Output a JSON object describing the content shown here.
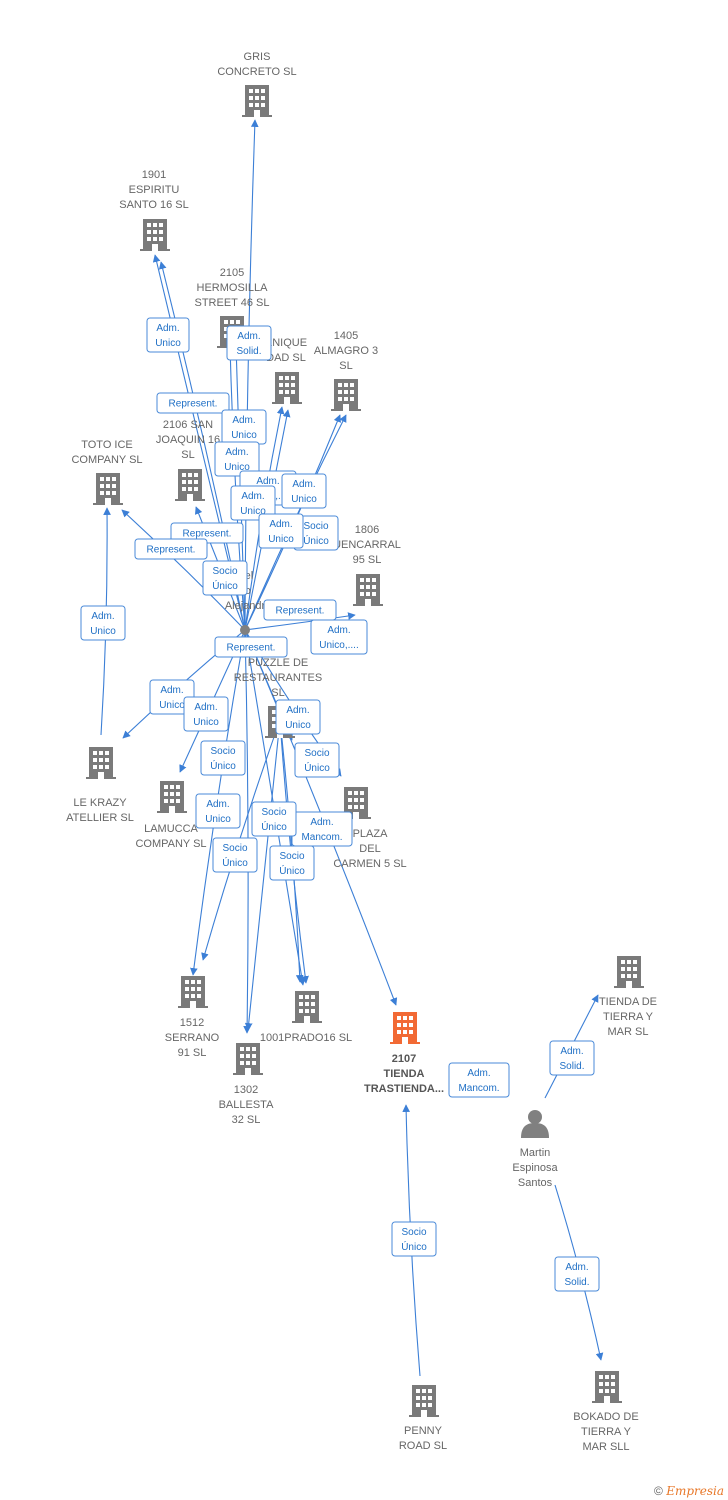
{
  "colors": {
    "edge": "#3c7fd6",
    "company": "#7a7a7a",
    "focus_company": "#f26a35",
    "person": "#808080",
    "label": "#666666",
    "edge_label_border": "#4a8ad8",
    "edge_label_text": "#1f6fc5"
  },
  "nodes": [
    {
      "id": "gris",
      "type": "company",
      "lines": [
        "GRIS",
        "CONCRETO  SL"
      ]
    },
    {
      "id": "espiritu",
      "type": "company",
      "lines": [
        "1901",
        "ESPIRITU",
        "SANTO 16  SL"
      ]
    },
    {
      "id": "hermosilla",
      "type": "company",
      "lines": [
        "2105",
        "HERMOSILLA",
        "STREET 46  SL"
      ]
    },
    {
      "id": "enique",
      "type": "company",
      "lines": [
        "ENIQUE",
        "DAD SL"
      ]
    },
    {
      "id": "almagro",
      "type": "company",
      "lines": [
        "1405",
        "ALMAGRO 3",
        "SL"
      ]
    },
    {
      "id": "sanjoaquin",
      "type": "company",
      "lines": [
        "2106 SAN",
        "JOAQUIN 16",
        "SL"
      ]
    },
    {
      "id": "totoice",
      "type": "company",
      "lines": [
        "TOTO ICE",
        "COMPANY  SL"
      ]
    },
    {
      "id": "fuencarral",
      "type": "company",
      "lines": [
        "1806",
        "UENCARRAL",
        "95  SL"
      ]
    },
    {
      "id": "alejandro",
      "type": "person",
      "lines": [
        "Del",
        "so",
        "Alejandr"
      ]
    },
    {
      "id": "puzzle",
      "type": "company",
      "lines": [
        "PUZZLE DE",
        "RESTAURANTES",
        "SL"
      ]
    },
    {
      "id": "lekrazy",
      "type": "company",
      "lines": [
        "LE KRAZY",
        "ATELLIER  SL"
      ]
    },
    {
      "id": "lamucca",
      "type": "company",
      "lines": [
        "LAMUCCA",
        "COMPANY SL"
      ]
    },
    {
      "id": "plaza",
      "type": "company",
      "lines": [
        "PLAZA",
        "DEL",
        "CARMEN 5  SL"
      ]
    },
    {
      "id": "serrano",
      "type": "company",
      "lines": [
        "1512",
        "SERRANO",
        "91  SL"
      ]
    },
    {
      "id": "prado",
      "type": "company",
      "lines": [
        "1001PRADO16 SL"
      ]
    },
    {
      "id": "ballesta",
      "type": "company",
      "lines": [
        "1302",
        "BALLESTA",
        "32 SL"
      ]
    },
    {
      "id": "tienda2107",
      "type": "focus",
      "lines": [
        "2107",
        "TIENDA",
        "TRASTIENDA..."
      ]
    },
    {
      "id": "tiendamar",
      "type": "company",
      "lines": [
        "TIENDA DE",
        "TIERRA Y",
        "MAR SL"
      ]
    },
    {
      "id": "martin",
      "type": "person",
      "lines": [
        "Martin",
        "Espinosa",
        "Santos"
      ]
    },
    {
      "id": "pennyroad",
      "type": "company",
      "lines": [
        "PENNY",
        "ROAD  SL"
      ]
    },
    {
      "id": "bokado",
      "type": "company",
      "lines": [
        "BOKADO DE",
        "TIERRA Y",
        "MAR SLL"
      ]
    }
  ],
  "edge_labels": [
    [
      "Adm.",
      "Unico"
    ],
    [
      "Adm.",
      "Solid."
    ],
    [
      "Represent."
    ],
    [
      "Adm.",
      "Unico"
    ],
    [
      "Adm.",
      "Unico"
    ],
    [
      "Adm.",
      "Unico,..."
    ],
    [
      "Adm.",
      "Unico"
    ],
    [
      "Adm.",
      "Unico"
    ],
    [
      "Socio",
      "Único"
    ],
    [
      "Represent."
    ],
    [
      "Represent."
    ],
    [
      "Adm.",
      "Unico"
    ],
    [
      "Socio",
      "Único"
    ],
    [
      "Represent."
    ],
    [
      "Adm.",
      "Unico,...."
    ],
    [
      "Represent."
    ],
    [
      "Adm.",
      "Unico"
    ],
    [
      "Adm.",
      "Unico"
    ],
    [
      "Adm.",
      "Unico"
    ],
    [
      "Socio",
      "Único"
    ],
    [
      "Socio",
      "Único"
    ],
    [
      "Adm.",
      "Unico"
    ],
    [
      "Adm.",
      "Unico"
    ],
    [
      "Adm.",
      "Mancom."
    ],
    [
      "Socio",
      "Único"
    ],
    [
      "Socio",
      "Único"
    ],
    [
      "Socio",
      "Único"
    ],
    [
      "Adm.",
      "Mancom."
    ],
    [
      "Adm.",
      "Solid."
    ],
    [
      "Socio",
      "Único"
    ],
    [
      "Adm.",
      "Solid."
    ]
  ],
  "footer": {
    "copyright": "©",
    "brand": "Empresia"
  }
}
